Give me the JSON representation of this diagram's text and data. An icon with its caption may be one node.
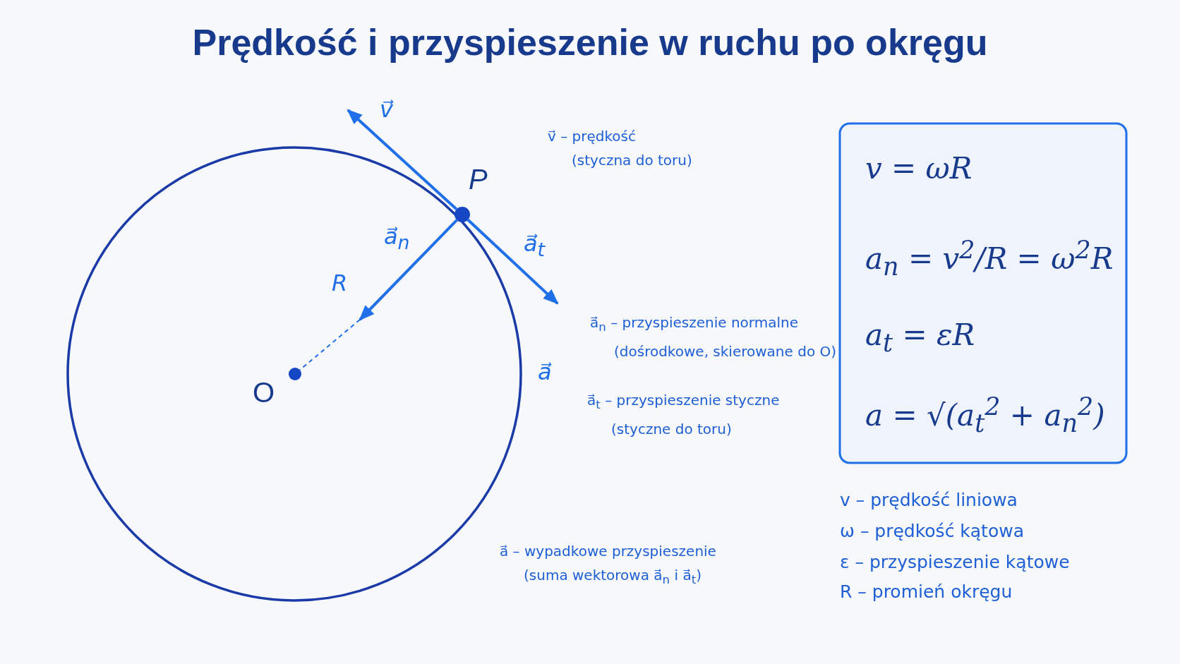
{
  "diagram": {
    "title": "Prędkość i przyspieszenie w ruchu po okręgu",
    "nodes": [
      {
        "text": [],
        "shape": "circle",
        "beside": [
          "P"
        ]
      },
      {
        "text": [],
        "shape": "circle",
        "beside": [
          "O"
        ]
      }
    ],
    "edges": [
      {
        "from": 0,
        "to": null,
        "arrow": "to",
        "label": "v⃗"
      },
      {
        "from": 0,
        "to": null,
        "arrow": "to",
        "label": "a⃗$_{t}$"
      },
      {
        "from": 0,
        "to": null,
        "arrow": "to",
        "label": "a⃗$_{n}$"
      },
      {
        "from": null,
        "to": 1,
        "arrow": "none",
        "style": "dashed"
      }
    ],
    "labels": [
      "R",
      "a⃗",
      "v⃗ – prędkość (styczna do toru)",
      "a⃗$_{n}$ – przyspieszenie normalne (dośrodkowe, skierowane do O)",
      "a⃗$_{t}$ – przyspieszenie styczne (styczne do toru)",
      "a⃗ – wypadkowe przyspieszenie (suma wektorowa a⃗$_{n}$ i a⃗$_{t}$)",
      "v = ωR",
      "a$_{n}$ = v$^{2}$/R = ω$^{2}$R",
      "a$_{t}$ = εR",
      "a = √(a$_{t}$$^{2}$ + a$_{n}$$^{2}$)",
      "v – prędkość liniowa",
      "ω – prędkość kątowa",
      "ε – przyspieszenie kątowe",
      "R – promień okręgu"
    ]
  }
}
